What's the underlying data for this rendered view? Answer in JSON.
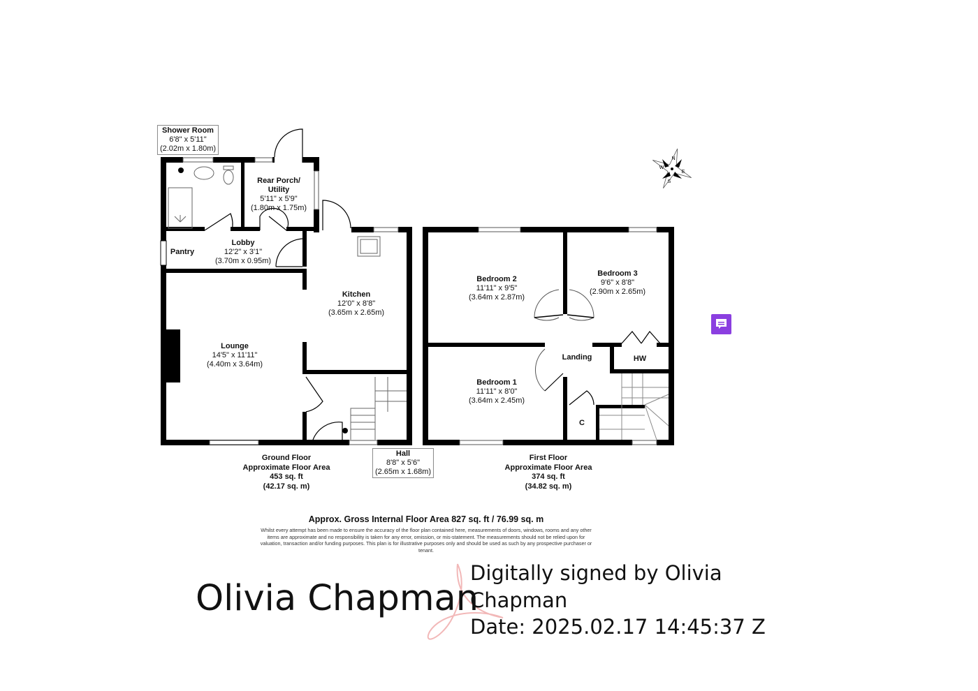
{
  "rooms": {
    "shower_room": {
      "name": "Shower Room",
      "imperial": "6'8\" x 5'11\"",
      "metric": "(2.02m x 1.80m)"
    },
    "rear_porch": {
      "name": "Rear Porch/",
      "name2": "Utility",
      "imperial": "5'11\" x 5'9\"",
      "metric": "(1.80m x 1.75m)"
    },
    "pantry": {
      "name": "Pantry"
    },
    "lobby": {
      "name": "Lobby",
      "imperial": "12'2\" x 3'1\"",
      "metric": "(3.70m x 0.95m)"
    },
    "kitchen": {
      "name": "Kitchen",
      "imperial": "12'0\" x 8'8\"",
      "metric": "(3.65m x 2.65m)"
    },
    "lounge": {
      "name": "Lounge",
      "imperial": "14'5\" x 11'11\"",
      "metric": "(4.40m x 3.64m)"
    },
    "hall": {
      "name": "Hall",
      "imperial": "8'8\" x 5'6\"",
      "metric": "(2.65m x 1.68m)"
    },
    "bedroom2": {
      "name": "Bedroom 2",
      "imperial": "11'11\" x 9'5\"",
      "metric": "(3.64m x 2.87m)"
    },
    "bedroom3": {
      "name": "Bedroom 3",
      "imperial": "9'6\" x 8'8\"",
      "metric": "(2.90m x 2.65m)"
    },
    "bedroom1": {
      "name": "Bedroom 1",
      "imperial": "11'11\" x 8'0\"",
      "metric": "(3.64m x 2.45m)"
    },
    "landing": {
      "name": "Landing"
    },
    "hw": {
      "name": "HW"
    },
    "cupboard": {
      "name": "C"
    }
  },
  "floors": {
    "ground": {
      "line1": "Ground Floor",
      "line2": "Approximate Floor Area",
      "line3": "453 sq. ft",
      "line4": "(42.17 sq. m)"
    },
    "first": {
      "line1": "First Floor",
      "line2": "Approximate Floor Area",
      "line3": "374 sq. ft",
      "line4": "(34.82 sq. m)"
    }
  },
  "gross_area": "Approx. Gross Internal Floor Area 827 sq. ft / 76.99 sq. m",
  "disclaimer": "Whilst every attempt has been made to ensure the accuracy of the floor plan contained here, measurements of doors, windows, rooms and any other items are approximate and no responsibility is taken for any error, omission, or mis-statement. The measurements should not be relied upon for valuation, transaction and/or funding purposes. This plan is for illustrative purposes only and should be used as such by any prospective purchaser or tenant.",
  "compass": {
    "n": "N",
    "e": "E",
    "s": "S",
    "w": "W"
  },
  "signature": {
    "name": "Olivia Chapman",
    "line1": "Digitally signed by Olivia",
    "line2": "Chapman",
    "line3": "Date: 2025.02.17 14:45:37 Z"
  },
  "colors": {
    "wall": "#000000",
    "comment_button": "#8b3fe0",
    "signature_logo": "#f2b8b8"
  },
  "icons": {
    "comment": "comment-icon",
    "compass": "compass-rose-icon"
  }
}
